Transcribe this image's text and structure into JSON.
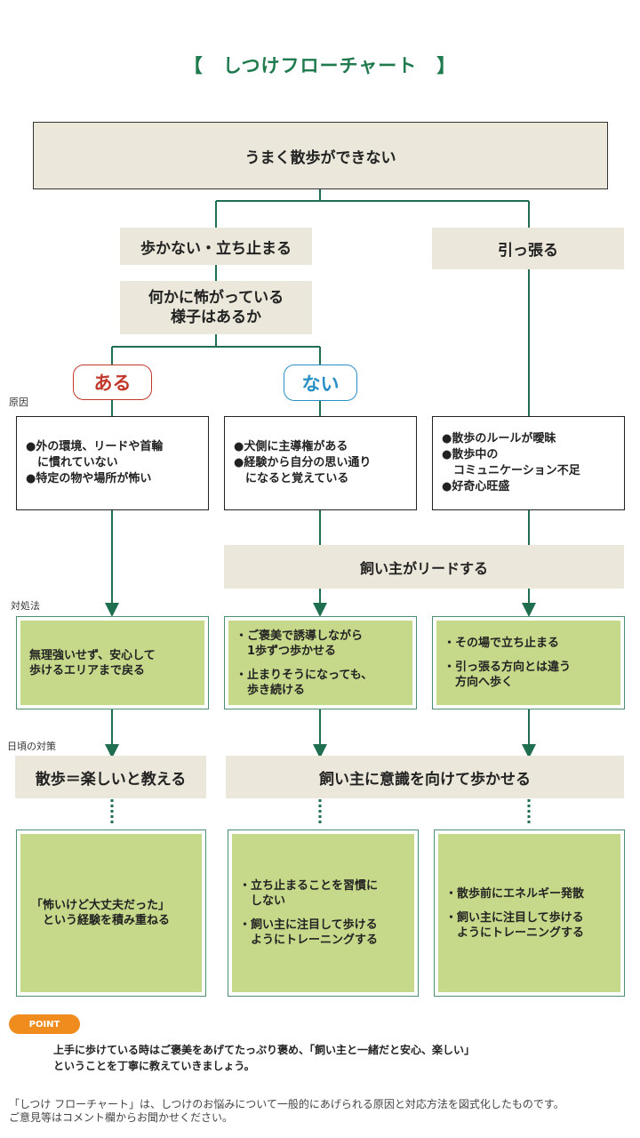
{
  "title": "【　しつけフローチャート　】",
  "root": "うまく散歩ができない",
  "branch_left": "歩かない・立ち止まる",
  "branch_right": "引っ張る",
  "question": [
    "何かに怖がっている",
    "様子はあるか"
  ],
  "answer_yes": "ある",
  "answer_no": "ない",
  "labels": {
    "cause": "原因",
    "remedy": "対処法",
    "daily": "日頃の対策"
  },
  "causes": {
    "yes": [
      "●外の環境、リードや首輪",
      "　に慣れていない",
      "●特定の物や場所が怖い"
    ],
    "no": [
      "●犬側に主導権がある",
      "●経験から自分の思い通り",
      "　になると覚えている"
    ],
    "pull": [
      "●散歩のルールが曖昧",
      "●散歩中の",
      "　コミュニケーション不足",
      "●好奇心旺盛"
    ]
  },
  "owner_leads": "飼い主がリードする",
  "remedies": {
    "yes": [
      "無理強いせず、安心して",
      "歩けるエリアまで戻る"
    ],
    "no": [
      "・ご褒美で誘導しながら",
      "　1歩ずつ歩かせる",
      "",
      "・止まりそうになっても、",
      "　歩き続ける"
    ],
    "pull": [
      "・その場で立ち止まる",
      "",
      "・引っ張る方向とは違う",
      "　方向へ歩く"
    ]
  },
  "daily_left": "散歩＝楽しいと教える",
  "daily_right": "飼い主に意識を向けて歩かせる",
  "daily_detail": {
    "yes": [
      "「怖いけど大丈夫だった」",
      "　という経験を積み重ねる"
    ],
    "no": [
      "・立ち止まることを習慣に",
      "　しない",
      "",
      "・飼い主に注目して歩ける",
      "　ようにトレーニングする"
    ],
    "pull": [
      "・散歩前にエネルギー発散",
      "",
      "・飼い主に注目して歩ける",
      "　ようにトレーニングする"
    ]
  },
  "point_badge": "POINT",
  "point_text": [
    "上手に歩けている時はご褒美をあげてたっぷり褒め、「飼い主と一緒だと安心、楽しい」",
    "ということを丁寧に教えていきましょう。"
  ],
  "footer": [
    "「しつけ フローチャート」は、しつけのお悩みについて一般的にあげられる原因と対応方法を図式化したものです。",
    "ご意見等はコメント欄からお聞かせください。"
  ],
  "colors": {
    "title": "#1f7a4d",
    "line": "#1f6e4f",
    "yes": "#c0392b",
    "no": "#2a8fc4",
    "beige": "#ebe7da",
    "green": "#c6d98a",
    "badge": "#f08c1e"
  }
}
